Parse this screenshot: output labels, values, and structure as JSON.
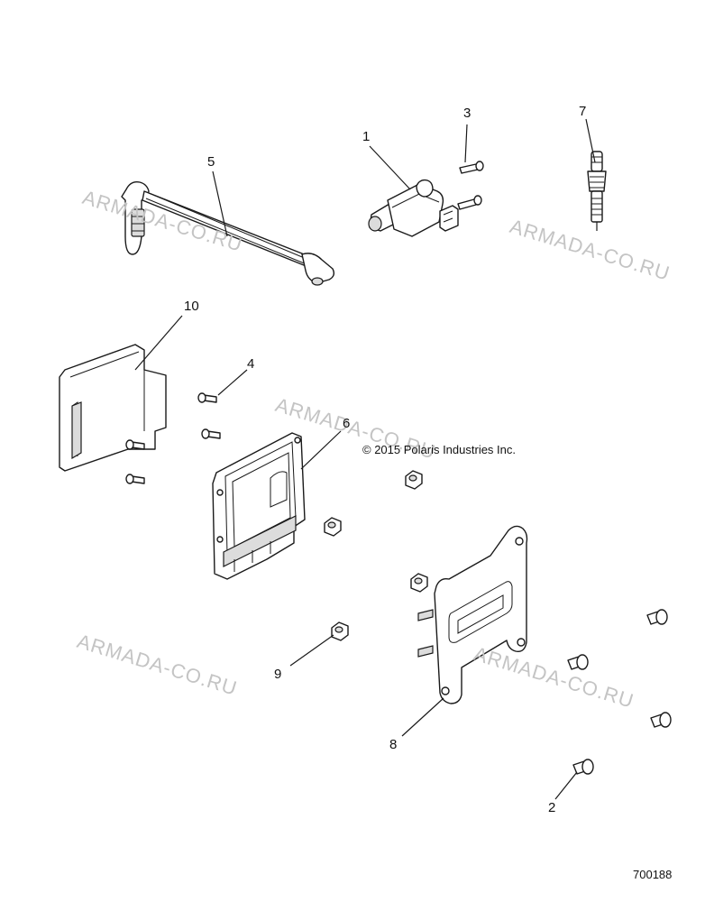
{
  "diagram": {
    "copyright": "© 2015 Polaris Industries Inc.",
    "figure_number": "700188",
    "watermark_text": "ARMADA-CO.RU",
    "callouts": [
      {
        "id": "c1",
        "label": "1"
      },
      {
        "id": "c2",
        "label": "2"
      },
      {
        "id": "c3",
        "label": "3"
      },
      {
        "id": "c4",
        "label": "4"
      },
      {
        "id": "c5",
        "label": "5"
      },
      {
        "id": "c6",
        "label": "6"
      },
      {
        "id": "c7",
        "label": "7"
      },
      {
        "id": "c8",
        "label": "8"
      },
      {
        "id": "c9",
        "label": "9"
      },
      {
        "id": "c10",
        "label": "10"
      }
    ],
    "line_color": "#1a1a1a",
    "watermark_color": "#c4c4c4"
  }
}
